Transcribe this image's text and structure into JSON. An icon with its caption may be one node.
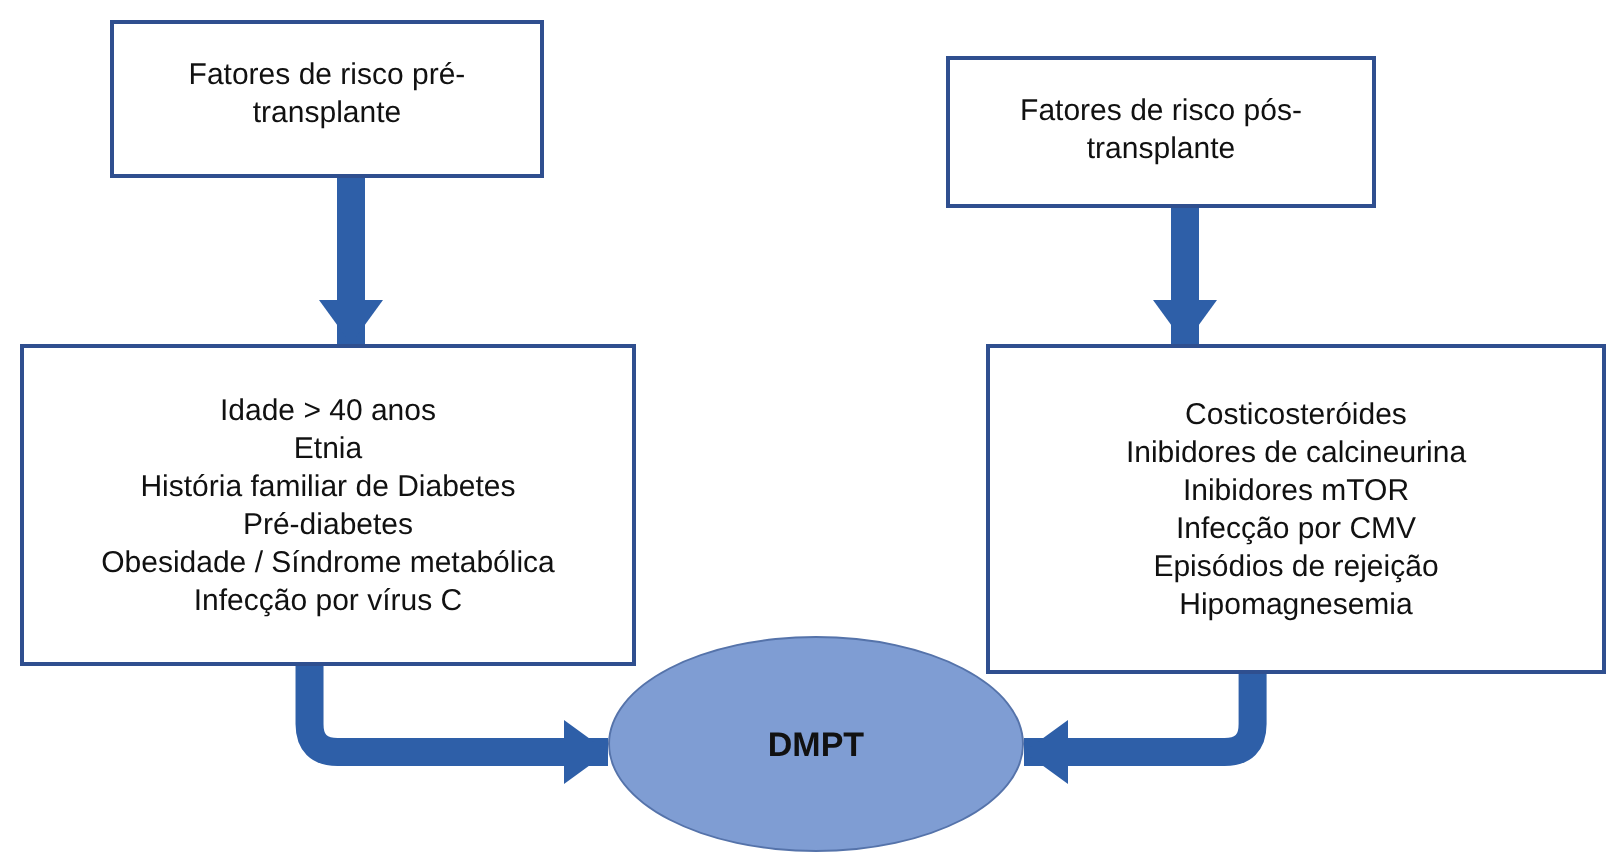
{
  "diagram": {
    "nodes": [
      {
        "text": [
          "Fatores de risco pré-transplante"
        ]
      },
      {
        "text": [
          "Fatores de risco pós-transplante"
        ]
      },
      {
        "text": [
          "Idade > 40 anos",
          "Etnia",
          "História familiar de Diabetes",
          "Pré-diabetes",
          "Obesidade / Síndrome metabólica",
          "Infecção por vírus C"
        ]
      },
      {
        "text": [
          "Costicosteróides",
          "Inibidores de calcineurina",
          "Inibidores mTOR",
          "Infecção por CMV",
          "Episódios de rejeição",
          "Hipomagnesemia"
        ]
      },
      {
        "text": [
          "DMPT"
        ]
      }
    ],
    "edges": [
      {
        "from": 0,
        "to": 2,
        "arrow": "to"
      },
      {
        "from": 1,
        "to": 3,
        "arrow": "to"
      },
      {
        "from": 2,
        "to": 4,
        "arrow": "to"
      },
      {
        "from": 3,
        "to": 4,
        "arrow": "to"
      }
    ]
  }
}
